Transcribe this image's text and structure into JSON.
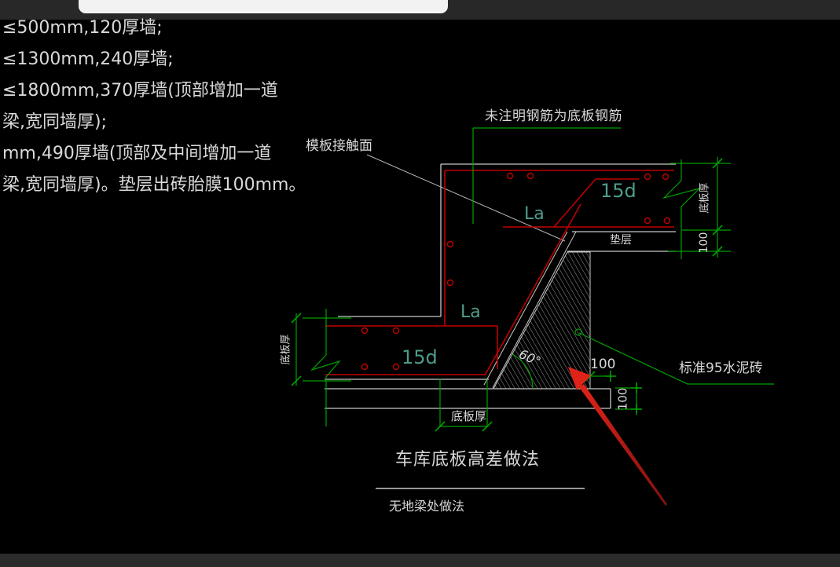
{
  "topbar": {
    "search_value": ""
  },
  "note": {
    "lines": [
      "≤500mm,120厚墙;",
      "≤1300mm,240厚墙;",
      "≤1800mm,370厚墙(顶部增加一道",
      "梁,宽同墙厚);",
      "mm,490厚墙(顶部及中间增加一道",
      "梁,宽同墙厚)。垫层出砖胎膜100mm。"
    ]
  },
  "drawing": {
    "callouts": {
      "formwork_surface": "模板接触面",
      "rebar_note": "未注明钢筋为底板钢筋",
      "brick_note": "标准95水泥砖"
    },
    "rebar_labels": {
      "top_hook": "15d",
      "top_anchor": "La",
      "left_hook": "15d",
      "left_anchor": "La"
    },
    "layers": {
      "cushion": "垫层"
    },
    "dims": {
      "angle": "60°",
      "offset_h": "100",
      "bedding_v": "100",
      "cushion_right": "100",
      "slab_left": "底板厚",
      "slab_right": "底板厚",
      "slab_bottom": "底板厚"
    },
    "title": "车库底板高差做法",
    "subtitle": "无地梁处做法"
  },
  "colors": {
    "rebar_red": "#c00000",
    "dim_green": "#00a000",
    "label_teal": "#4f9c8b",
    "arrow_red": "#e02318",
    "outline_white": "#c8c8c8"
  }
}
